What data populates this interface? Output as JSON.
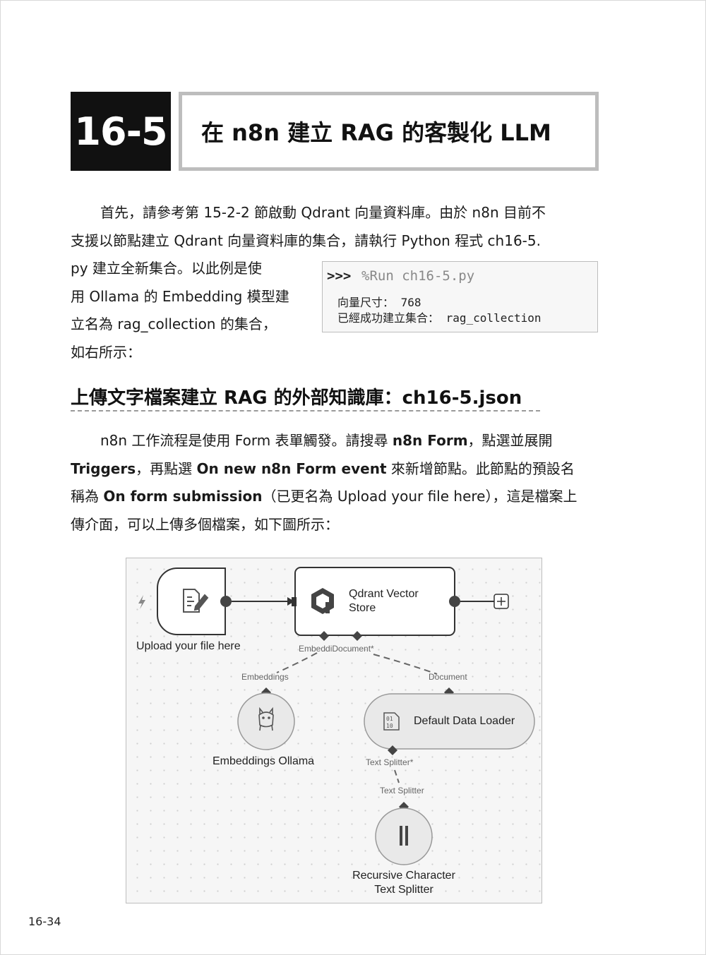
{
  "section": {
    "number": "16-5",
    "title": "在 n8n 建立 RAG 的客製化 LLM"
  },
  "intro": {
    "line1": "首先，請參考第 15-2-2 節啟動 Qdrant 向量資料庫。由於 n8n 目前不",
    "line2": "支援以節點建立 Qdrant 向量資料庫的集合，請執行 Python 程式 ch16-5.",
    "line3": "py 建立全新集合。以此例是使",
    "line4": "用 Ollama 的 Embedding 模型建",
    "line5": "立名為 rag_collection 的集合，",
    "line6": "如右所示："
  },
  "console": {
    "prompt": ">>>",
    "command": "%Run ch16-5.py",
    "output1": "向量尺寸： 768",
    "output2": "已經成功建立集合： rag_collection"
  },
  "subheading": "上傳文字檔案建立 RAG 的外部知識庫：ch16-5.json",
  "body": {
    "l1_a": "n8n 工作流程是使用 Form 表單觸發。請搜尋 ",
    "l1_b": "n8n Form",
    "l1_c": "，點選並展開",
    "l2_a": "Triggers",
    "l2_b": "，再點選 ",
    "l2_c": "On new n8n Form event",
    "l2_d": " 來新增節點。此節點的預設名",
    "l3_a": "稱為 ",
    "l3_b": "On form submission",
    "l3_c": "（已更名為 Upload your file here），這是檔案上",
    "l4": "傳介面，可以上傳多個檔案，如下圖所示："
  },
  "workflow": {
    "trigger_node": "Upload your file here",
    "vector_store_node_line1": "Qdrant Vector",
    "vector_store_node_line2": "Store",
    "vs_input_labels": "EmbeddiDocument*",
    "embeddings_conn": "Embeddings",
    "document_conn": "Document",
    "embeddings_node": "Embeddings Ollama",
    "loader_node": "Default Data Loader",
    "text_splitter_conn_required": "Text Splitter*",
    "text_splitter_conn": "Text Splitter",
    "splitter_node_line1": "Recursive Character",
    "splitter_node_line2": "Text Splitter"
  },
  "page_number": "16-34"
}
